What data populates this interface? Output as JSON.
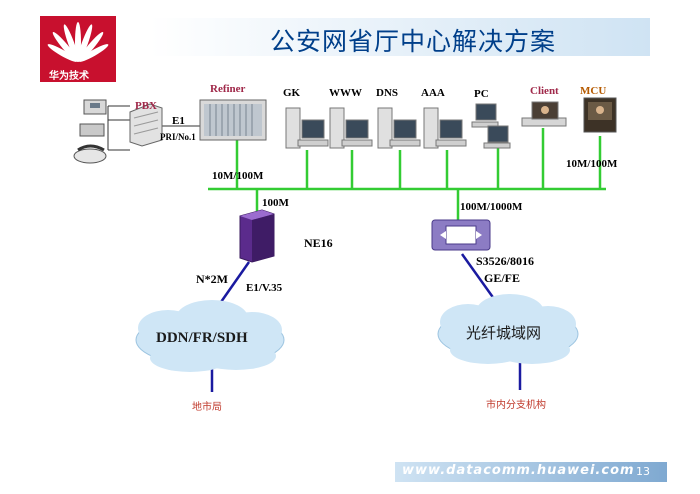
{
  "slide": {
    "title": "公安网省厅中心解决方案",
    "brand": "华为技术",
    "footer_url": "www.datacomm.huawei.com",
    "page_number": "13"
  },
  "nodes": {
    "pbx": "PBX",
    "e1": "E1",
    "pri": "PRI/No.1",
    "refiner": "Refiner",
    "gk": "GK",
    "www": "WWW",
    "dns": "DNS",
    "aaa": "AAA",
    "pc": "PC",
    "client": "Client",
    "mcu": "MCU",
    "ne16": "NE16",
    "switch": "S3526/8016"
  },
  "links": {
    "lan_left": "10M/100M",
    "lan_right": "10M/100M",
    "uplink_ne16": "100M",
    "uplink_switch": "100M/1000M",
    "wan_trunk": "N*2M",
    "wan_iface": "E1/V.35",
    "fiber_iface": "GE/FE"
  },
  "clouds": {
    "wan": "DDN/FR/SDH",
    "fiber": "光纤城域网"
  },
  "endpoints": {
    "local": "地市局",
    "branch": "市内分支机构"
  },
  "colors": {
    "bus": "#33cc33",
    "wan_link": "#1a1aa0",
    "title": "#003f8a",
    "logo": "#c8102e"
  }
}
